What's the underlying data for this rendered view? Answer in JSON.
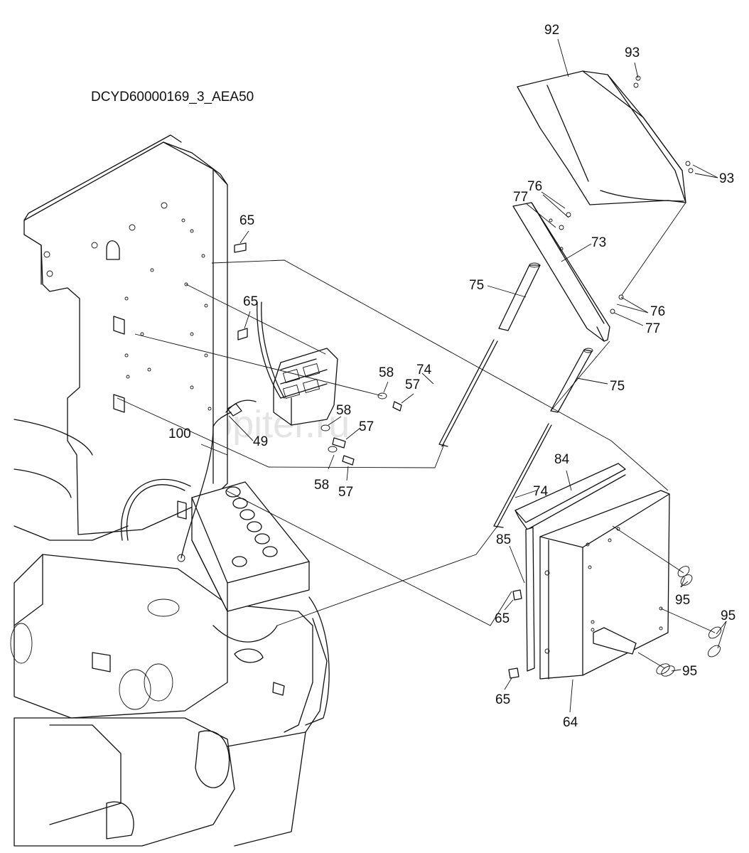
{
  "drawing_code": "DCYD60000169_3_AEA50",
  "watermark": "autopiter.ru",
  "callouts": [
    {
      "id": "c-92a",
      "text": "92"
    },
    {
      "id": "c-93a",
      "text": "93"
    },
    {
      "id": "c-93b",
      "text": "93"
    },
    {
      "id": "c-76a",
      "text": "76"
    },
    {
      "id": "c-77a",
      "text": "77"
    },
    {
      "id": "c-73",
      "text": "73"
    },
    {
      "id": "c-75a",
      "text": "75"
    },
    {
      "id": "c-76b",
      "text": "76"
    },
    {
      "id": "c-77b",
      "text": "77"
    },
    {
      "id": "c-75b",
      "text": "75"
    },
    {
      "id": "c-65a",
      "text": "65"
    },
    {
      "id": "c-65b",
      "text": "65"
    },
    {
      "id": "c-58a",
      "text": "58"
    },
    {
      "id": "c-74a",
      "text": "74"
    },
    {
      "id": "c-57a",
      "text": "57"
    },
    {
      "id": "c-58b",
      "text": "58"
    },
    {
      "id": "c-57b",
      "text": "57"
    },
    {
      "id": "c-100",
      "text": "100"
    },
    {
      "id": "c-49",
      "text": "49"
    },
    {
      "id": "c-58c",
      "text": "58"
    },
    {
      "id": "c-57c",
      "text": "57"
    },
    {
      "id": "c-84",
      "text": "84"
    },
    {
      "id": "c-74b",
      "text": "74"
    },
    {
      "id": "c-85",
      "text": "85"
    },
    {
      "id": "c-95a",
      "text": "95"
    },
    {
      "id": "c-65c",
      "text": "65"
    },
    {
      "id": "c-95b",
      "text": "95"
    },
    {
      "id": "c-95c",
      "text": "95"
    },
    {
      "id": "c-65d",
      "text": "65"
    },
    {
      "id": "c-64",
      "text": "64"
    }
  ]
}
